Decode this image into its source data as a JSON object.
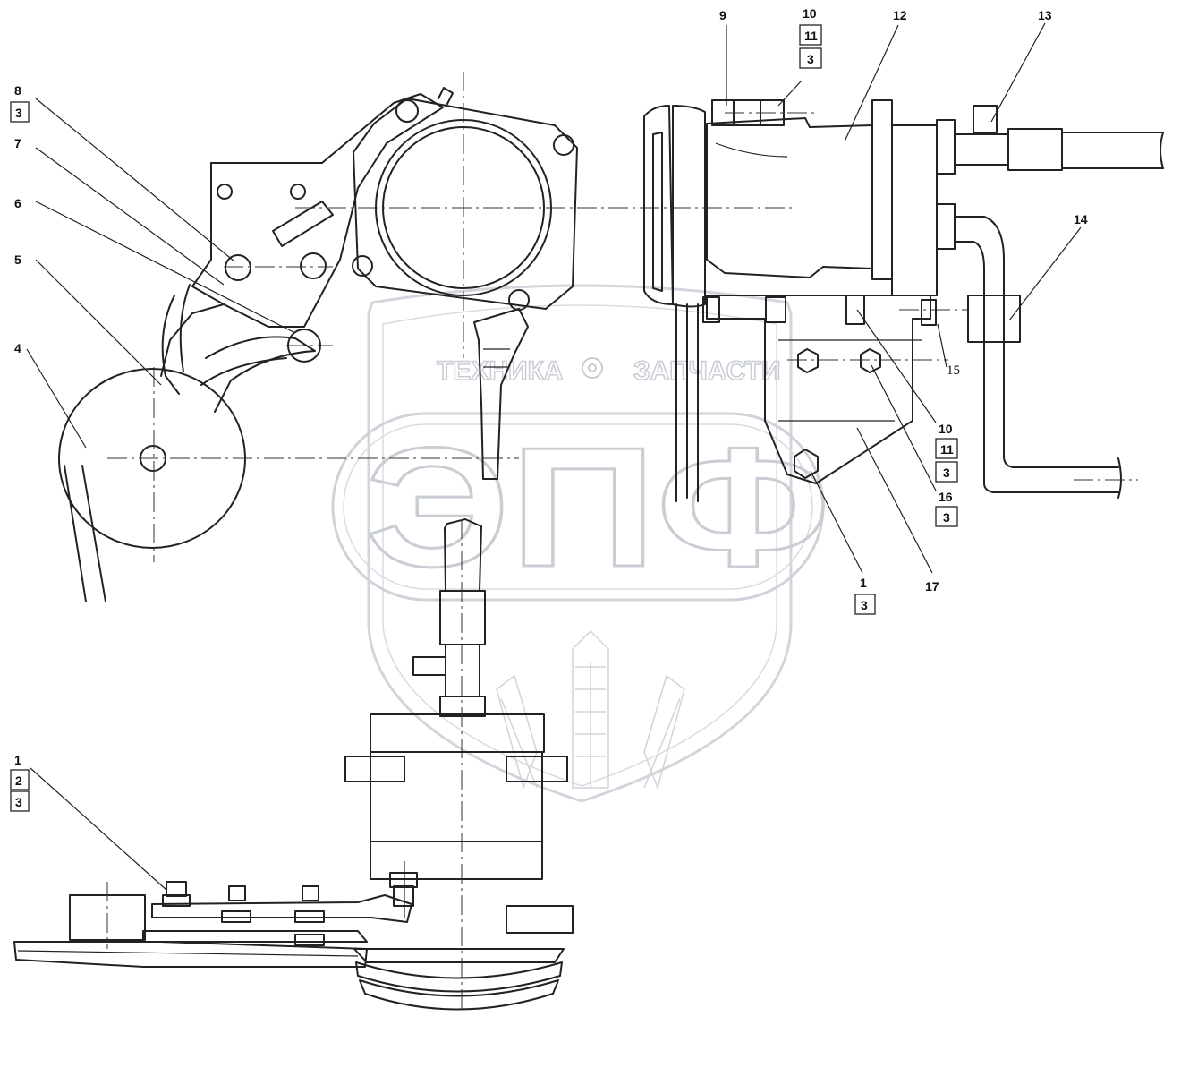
{
  "watermark": {
    "left_word": "ТЕХНИКА",
    "right_word": "ЗАПЧАСТИ",
    "logo": "ЭПФ"
  },
  "callouts": [
    {
      "id": "c8",
      "lines": [
        "8",
        "3"
      ],
      "boxed": [
        false,
        true
      ]
    },
    {
      "id": "c7",
      "lines": [
        "7"
      ],
      "boxed": [
        false
      ]
    },
    {
      "id": "c6",
      "lines": [
        "6"
      ],
      "boxed": [
        false
      ]
    },
    {
      "id": "c5",
      "lines": [
        "5"
      ],
      "boxed": [
        false
      ]
    },
    {
      "id": "c4",
      "lines": [
        "4"
      ],
      "boxed": [
        false
      ]
    },
    {
      "id": "c9",
      "lines": [
        "9"
      ],
      "boxed": [
        false
      ]
    },
    {
      "id": "c10top",
      "lines": [
        "10",
        "11",
        "3"
      ],
      "boxed": [
        false,
        true,
        true
      ]
    },
    {
      "id": "c12",
      "lines": [
        "12"
      ],
      "boxed": [
        false
      ]
    },
    {
      "id": "c13",
      "lines": [
        "13"
      ],
      "boxed": [
        false
      ]
    },
    {
      "id": "c14",
      "lines": [
        "14"
      ],
      "boxed": [
        false
      ]
    },
    {
      "id": "c15",
      "lines": [
        "15"
      ],
      "boxed": [
        false
      ]
    },
    {
      "id": "c10mid",
      "lines": [
        "10",
        "11",
        "3"
      ],
      "boxed": [
        false,
        true,
        true
      ]
    },
    {
      "id": "c16",
      "lines": [
        "16",
        "3"
      ],
      "boxed": [
        false,
        true
      ]
    },
    {
      "id": "c17",
      "lines": [
        "17"
      ],
      "boxed": [
        false
      ]
    },
    {
      "id": "c1mid",
      "lines": [
        "1",
        "3"
      ],
      "boxed": [
        false,
        true
      ]
    },
    {
      "id": "c1bot",
      "lines": [
        "1",
        "2",
        "3"
      ],
      "boxed": [
        false,
        true,
        true
      ]
    }
  ]
}
